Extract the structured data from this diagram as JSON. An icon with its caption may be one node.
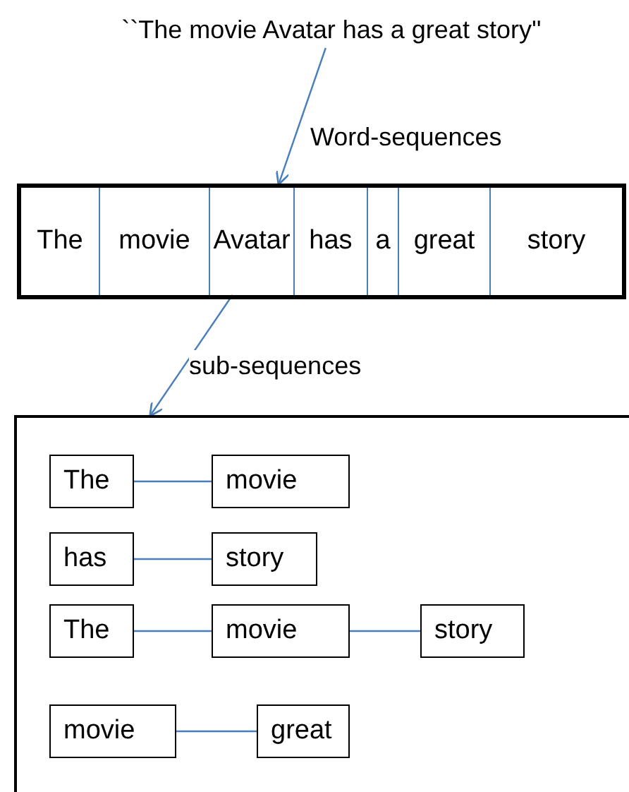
{
  "diagram": {
    "nodes": [
      {
        "text": [
          "``The movie Avatar has a great story''"
        ]
      },
      {
        "text": [],
        "shape": "box"
      },
      {
        "text": [
          "The"
        ],
        "in": 1
      },
      {
        "text": [
          "movie"
        ],
        "in": 1
      },
      {
        "text": [
          "Avatar"
        ],
        "in": 1
      },
      {
        "text": [
          "has"
        ],
        "in": 1
      },
      {
        "text": [
          "a"
        ],
        "in": 1
      },
      {
        "text": [
          "great"
        ],
        "in": 1
      },
      {
        "text": [
          "story"
        ],
        "in": 1
      },
      {
        "text": [],
        "shape": "box"
      },
      {
        "text": [
          "The"
        ],
        "in": 9
      },
      {
        "text": [
          "movie"
        ],
        "in": 9
      },
      {
        "text": [
          "has"
        ],
        "in": 9
      },
      {
        "text": [
          "story"
        ],
        "in": 9
      },
      {
        "text": [
          "The"
        ],
        "in": 9
      },
      {
        "text": [
          "movie"
        ],
        "in": 9
      },
      {
        "text": [
          "story"
        ],
        "in": 9
      },
      {
        "text": [
          "movie"
        ],
        "in": 9
      },
      {
        "text": [
          "great"
        ],
        "in": 9
      }
    ],
    "edges": [
      {
        "from": 0,
        "to": 1,
        "arrow": "to",
        "label": "Word-sequences"
      },
      {
        "from": 4,
        "to": 9,
        "arrow": "to",
        "label": "sub-sequences"
      },
      {
        "from": 10,
        "to": 11,
        "arrow": "none"
      },
      {
        "from": 12,
        "to": 13,
        "arrow": "none"
      },
      {
        "from": 14,
        "to": 15,
        "arrow": "none"
      },
      {
        "from": 15,
        "to": 16,
        "arrow": "none"
      },
      {
        "from": 17,
        "to": 18,
        "arrow": "none"
      }
    ]
  }
}
